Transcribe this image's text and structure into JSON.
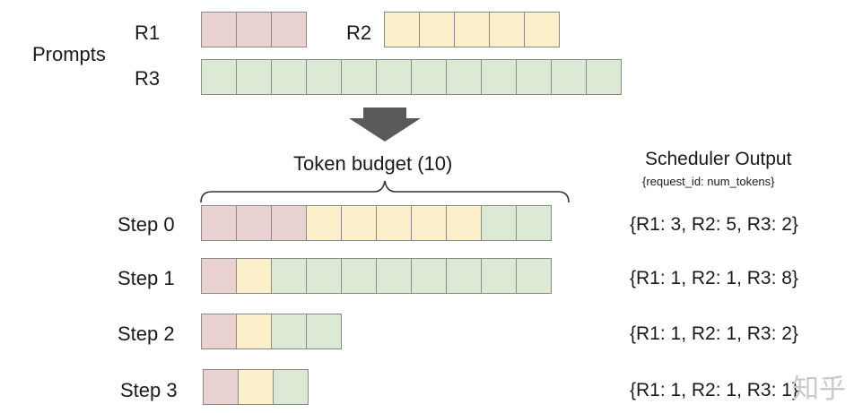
{
  "colors": {
    "R1": "#ead1d2",
    "R2": "#fbf0c9",
    "R3": "#dce9d5",
    "arrow": "#5a5a5a"
  },
  "prompts": {
    "label": "Prompts",
    "requests": [
      {
        "id": "R1",
        "label": "R1",
        "tokens": 3
      },
      {
        "id": "R2",
        "label": "R2",
        "tokens": 5
      },
      {
        "id": "R3",
        "label": "R3",
        "tokens": 12
      }
    ]
  },
  "arrow_icon": "down-arrow-icon",
  "token_budget": {
    "label": "Token budget (10)",
    "size": 10
  },
  "scheduler": {
    "title": "Scheduler Output",
    "subtitle": "{request_id: num_tokens}"
  },
  "steps": [
    {
      "label": "Step 0",
      "output": "{R1: 3, R2: 5, R3: 2}",
      "alloc": [
        {
          "id": "R1",
          "n": 3
        },
        {
          "id": "R2",
          "n": 5
        },
        {
          "id": "R3",
          "n": 2
        }
      ]
    },
    {
      "label": "Step 1",
      "output": "{R1: 1, R2: 1, R3: 8}",
      "alloc": [
        {
          "id": "R1",
          "n": 1
        },
        {
          "id": "R2",
          "n": 1
        },
        {
          "id": "R3",
          "n": 8
        }
      ]
    },
    {
      "label": "Step 2",
      "output": "{R1: 1, R2: 1, R3: 2}",
      "alloc": [
        {
          "id": "R1",
          "n": 1
        },
        {
          "id": "R2",
          "n": 1
        },
        {
          "id": "R3",
          "n": 2
        }
      ]
    },
    {
      "label": "Step 3",
      "output": "{R1: 1, R2: 1, R3: 1}",
      "alloc": [
        {
          "id": "R1",
          "n": 1
        },
        {
          "id": "R2",
          "n": 1
        },
        {
          "id": "R3",
          "n": 1
        }
      ]
    }
  ],
  "watermark": "知乎"
}
